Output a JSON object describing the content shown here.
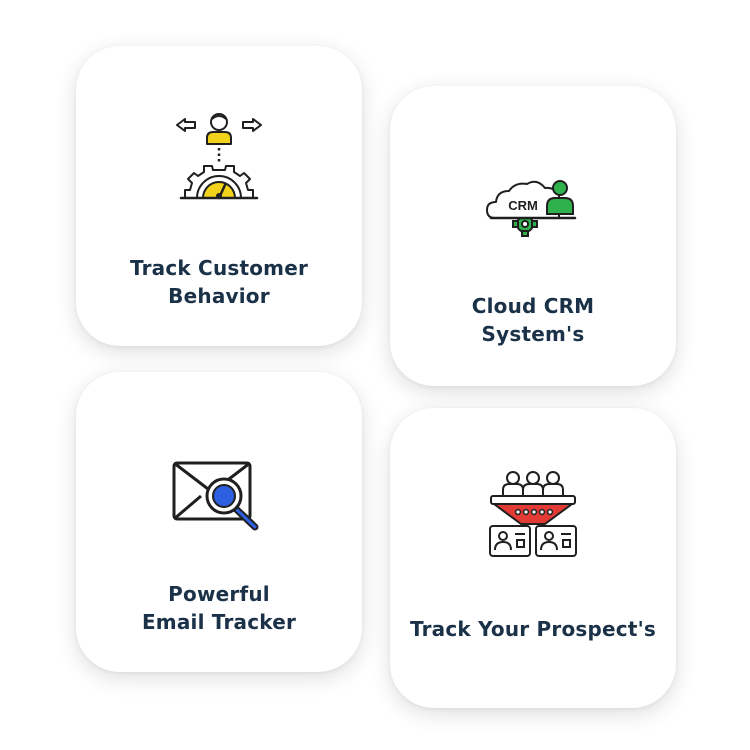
{
  "cards": [
    {
      "icon": "customer-behavior-gauge-icon",
      "lines": [
        "Track Customer",
        "Behavior"
      ]
    },
    {
      "icon": "cloud-crm-icon",
      "icon_text": "CRM",
      "lines": [
        "Cloud CRM",
        "System's"
      ]
    },
    {
      "icon": "email-search-icon",
      "lines": [
        "Powerful",
        "Email Tracker"
      ]
    },
    {
      "icon": "prospect-funnel-icon",
      "lines": [
        "Track Your Prospect's"
      ]
    }
  ],
  "colors": {
    "heading": "#1a3148",
    "accent_yellow": "#f2d21b",
    "accent_green": "#2fb24b",
    "accent_blue": "#2d5fe0",
    "accent_red": "#e23b36",
    "outline": "#1f1f1f"
  }
}
